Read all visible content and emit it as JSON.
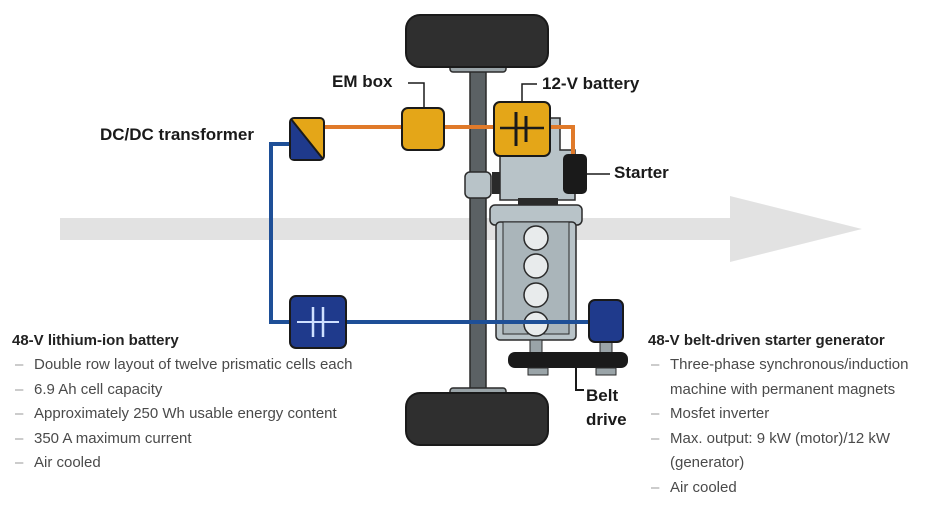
{
  "colors": {
    "orange_line": "#e07a2a",
    "blue_line": "#1e4f97",
    "amber_box": "#e4a618",
    "navy_box": "#1f3a8c",
    "tire": "#2f2f2f",
    "engine": "#b8c3c8",
    "arrow": "#e2e2e2"
  },
  "labels": {
    "em_box": "EM box",
    "battery_12v": "12-V battery",
    "dcdc": "DC/DC transformer",
    "starter": "Starter",
    "belt_drive_line1": "Belt",
    "belt_drive_line2": "drive"
  },
  "battery_48v": {
    "title": "48-V lithium-ion battery",
    "items": [
      "Double row layout of twelve prismatic cells each",
      "6.9 Ah cell capacity",
      "Approximately 250 Wh usable energy content",
      "350 A maximum current",
      "Air cooled"
    ]
  },
  "starter_generator": {
    "title": "48-V belt-driven starter generator",
    "items": [
      "Three-phase synchronous/induction machine with permanent magnets",
      "Mosfet inverter",
      "Max. output: 9 kW (motor)/12 kW (generator)",
      "Air cooled"
    ]
  },
  "dash": "–",
  "icons": {
    "direction_arrow": "arrow-right",
    "battery_symbol": "capacitor-battery-symbol"
  }
}
